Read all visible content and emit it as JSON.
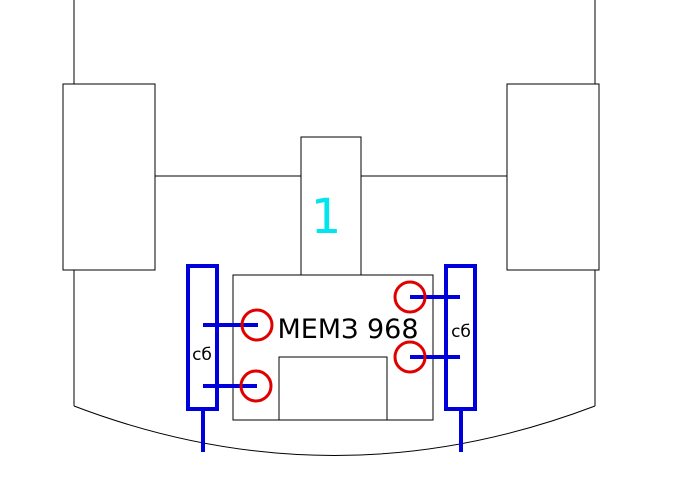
{
  "drawing": {
    "part_number": "1",
    "component_label": "МЕМЗ 968",
    "clamp_left_label": "сб",
    "clamp_right_label": "сб"
  },
  "colors": {
    "background": "#ffffff",
    "outline": "#000000",
    "part_number": "#00e5ee",
    "clamp": "#0000dd",
    "bolt_hole": "#e00000"
  }
}
